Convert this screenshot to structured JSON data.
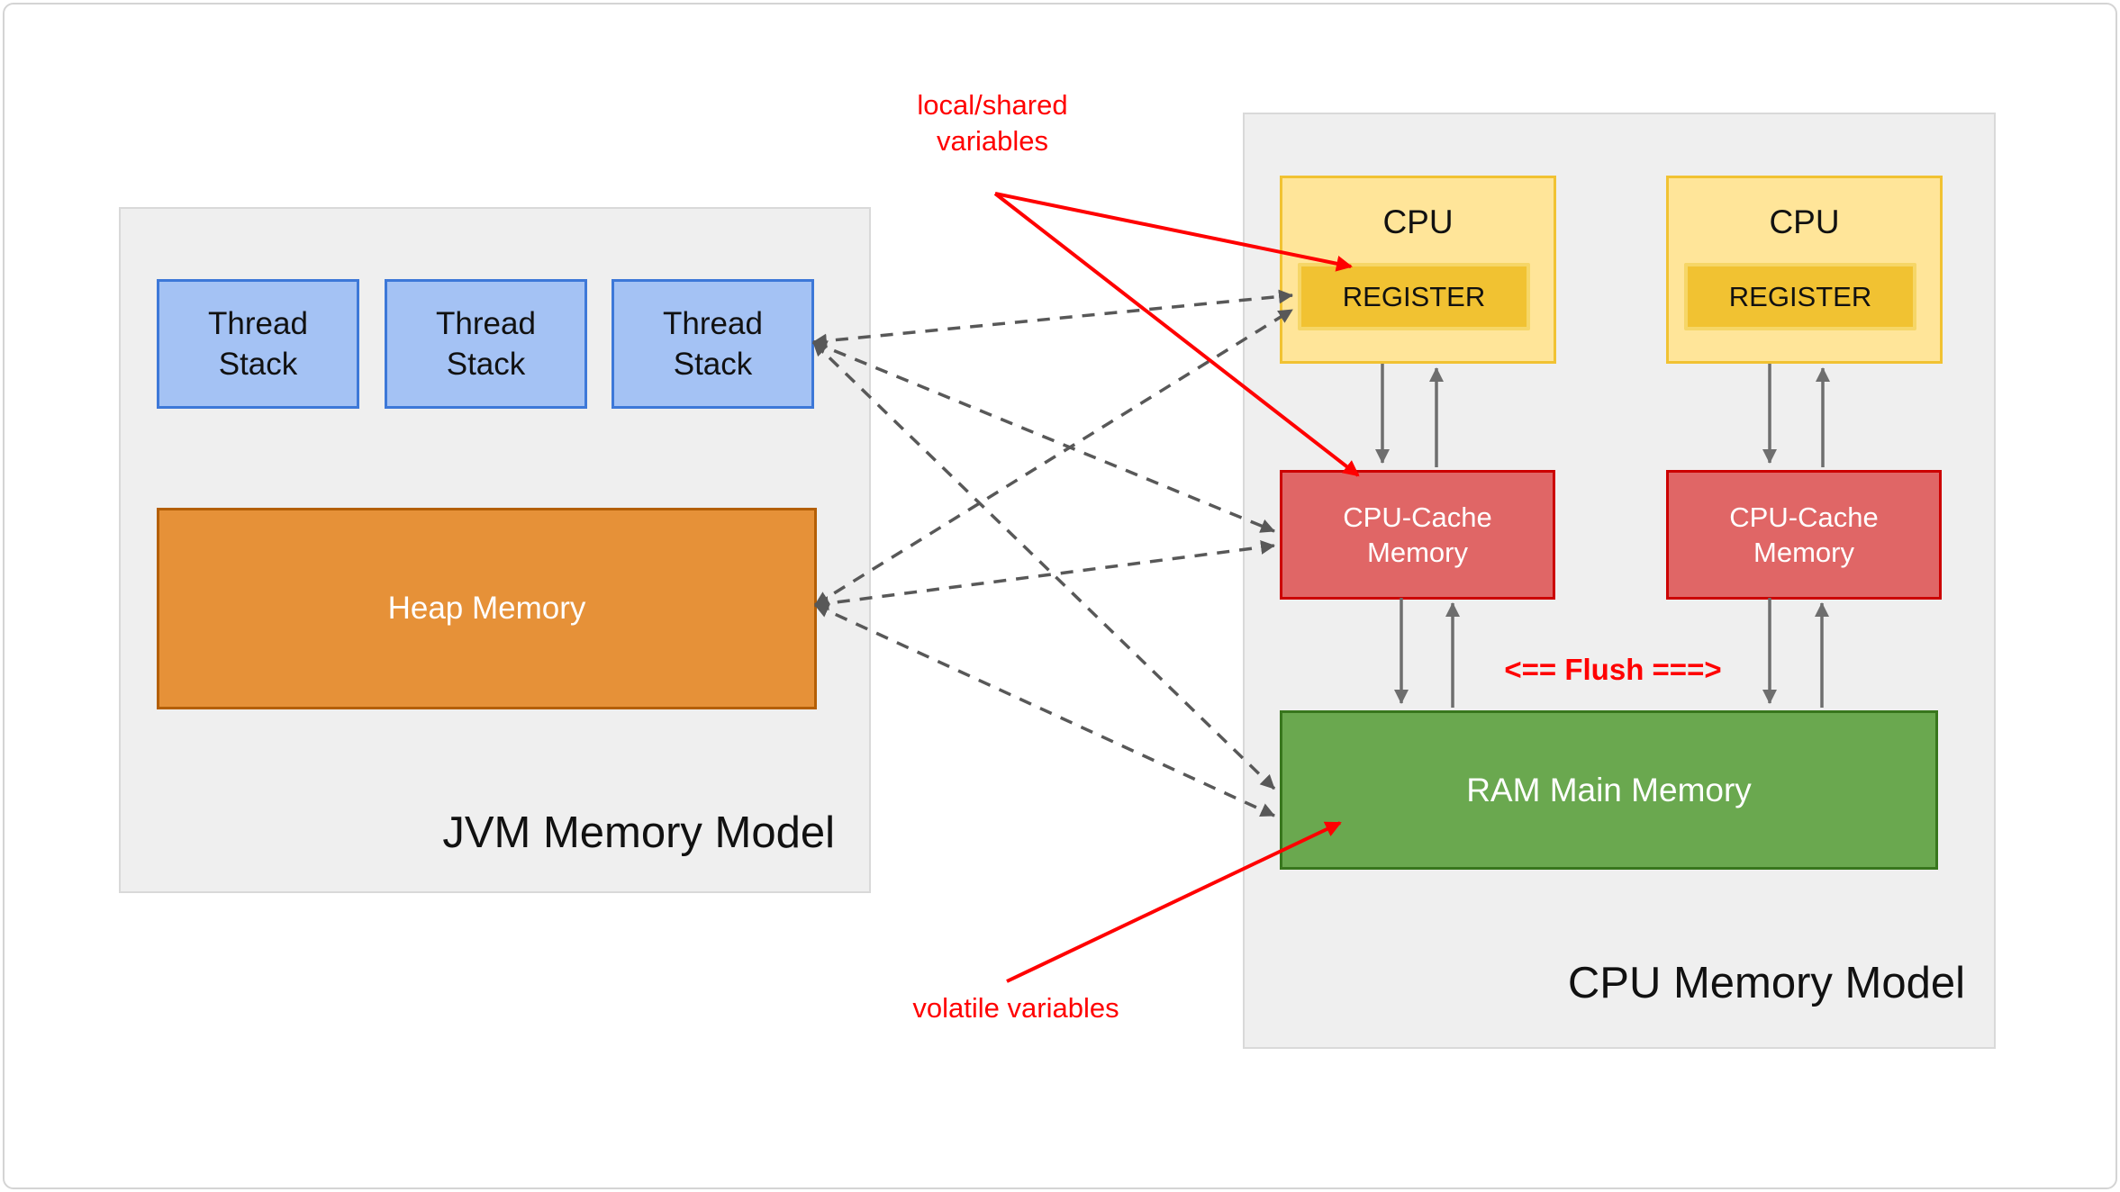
{
  "jvm_panel": {
    "title": "JVM Memory Model",
    "thread_stacks": [
      {
        "label": "Thread Stack"
      },
      {
        "label": "Thread Stack"
      },
      {
        "label": "Thread Stack"
      }
    ],
    "heap": {
      "label": "Heap Memory"
    }
  },
  "cpu_panel": {
    "title": "CPU Memory Model",
    "cpus": [
      {
        "label": "CPU",
        "register_label": "REGISTER",
        "cache_label": "CPU-Cache Memory"
      },
      {
        "label": "CPU",
        "register_label": "REGISTER",
        "cache_label": "CPU-Cache Memory"
      }
    ],
    "ram": {
      "label": "RAM Main Memory"
    },
    "flush_label": "<== Flush ===>"
  },
  "annotations": {
    "local_shared": "local/shared variables",
    "volatile": "volatile variables"
  },
  "colors": {
    "accent_red": "#ff0000",
    "panel_fill": "#efefef",
    "panel_border": "#d9d9d9",
    "thread_fill": "#a4c2f4",
    "thread_border": "#3d78d8",
    "heap_fill": "#e69138",
    "heap_border": "#b45f06",
    "cpu_fill": "#ffe599",
    "cpu_border": "#f1c232",
    "register_fill": "#f1c232",
    "cache_fill": "#e06666",
    "cache_border": "#cc0000",
    "ram_fill": "#6aa84f",
    "ram_border": "#38761d",
    "arrow_gray": "#6e6e6e",
    "dashed_gray": "#585858"
  }
}
